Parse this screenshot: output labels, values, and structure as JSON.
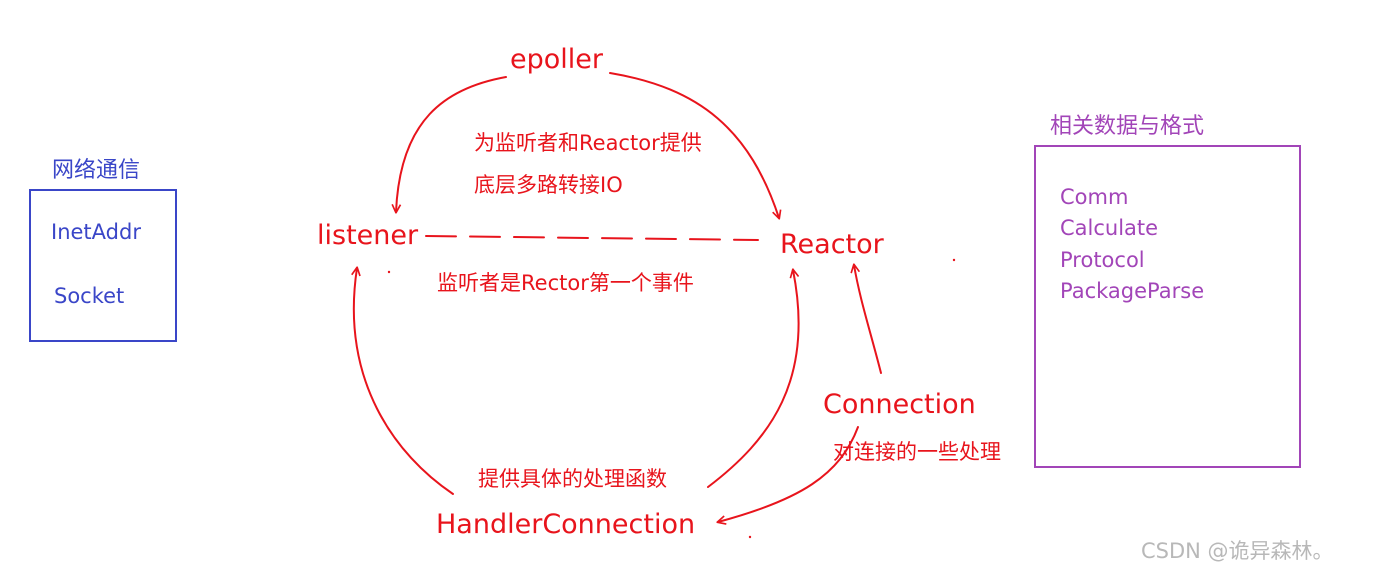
{
  "nodes": {
    "epoller": "epoller",
    "listener": "listener",
    "reactor": "Reactor",
    "connection": "Connection",
    "handler_connection": "HandlerConnection"
  },
  "notes": {
    "epoller_line1": "为监听者和Reactor提供",
    "epoller_line2": "底层多路转接IO",
    "listener_first_event": "监听者是Rector第一个事件",
    "handler_provides": "提供具体的处理函数",
    "connection_processing": "对连接的一些处理"
  },
  "network_box": {
    "title": "网络通信",
    "items": [
      "InetAddr",
      "Socket"
    ]
  },
  "data_box": {
    "title": "相关数据与格式",
    "items": [
      "Comm",
      "Calculate",
      "Protocol",
      "PackageParse"
    ]
  },
  "watermark": "CSDN @诡异森林。",
  "colors": {
    "red": "#e8141c",
    "blue": "#3a46c8",
    "purple": "#a245b8",
    "watermark": "#b8b8b8"
  }
}
